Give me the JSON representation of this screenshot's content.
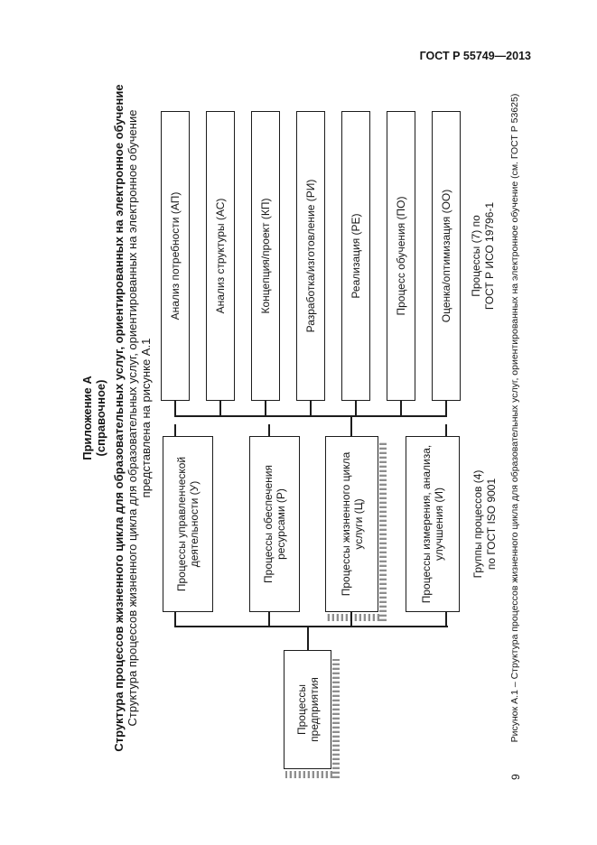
{
  "page": {
    "header": "ГОСТ Р 55749—2013",
    "page_number": "9"
  },
  "appendix": {
    "head": "Приложение А\n(справочное)",
    "heading": "Структура процессов жизненного цикла для образовательных услуг, ориентированных на электронное обучение",
    "intro": "Структура процессов жизненного цикла для образовательных услуг, ориентированных на электронное обучение\nпредставлена на рисунке А.1"
  },
  "diagram": {
    "enterprise_box": "Процессы\nпредприятия",
    "group_boxes": [
      "Процессы управленческой\nдеятельности (У)",
      "Процессы обеспечения\nресурсами (Р)",
      "Процессы жизненного цикла\nуслуги (Ц)",
      "Процессы измерения, анализа,\nулучшения (И)"
    ],
    "group_label": "Группы процессов (4)\nпо ГОСТ ISO 9001",
    "process_boxes": [
      "Анализ потребности (АП)",
      "Анализ структуры (АС)",
      "Концепция/проект (КП)",
      "Разработка/изготовление (РИ)",
      "Реализация (РЕ)",
      "Процесс обучения (ПО)",
      "Оценка/оптимизация (ОО)"
    ],
    "process_label": "Процессы (7) по\nГОСТ Р ИСО 19796-1"
  },
  "caption": "Рисунок А.1 – Структура процессов жизненного цикла для образовательных услуг, ориентированных на электронное обучение (см. ГОСТ Р 53625)"
}
